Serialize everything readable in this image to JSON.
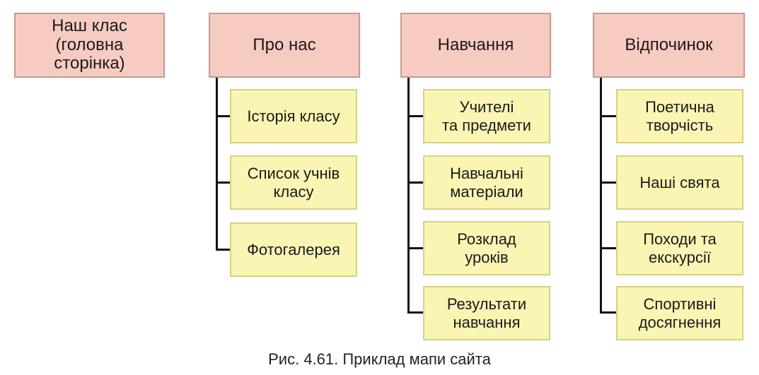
{
  "home": {
    "label": "Наш клас\n(головна\nсторінка)"
  },
  "sections": [
    {
      "title": "Про нас",
      "items": [
        "Історія класу",
        "Список учнів\nкласу",
        "Фотогалерея"
      ]
    },
    {
      "title": "Навчання",
      "items": [
        "Учителі\nта предмети",
        "Навчальні\nматеріали",
        "Розклад\nуроків",
        "Результати\nнавчання"
      ]
    },
    {
      "title": "Відпочинок",
      "items": [
        "Поетична\nтворчість",
        "Наші свята",
        "Походи та\nекскурсії",
        "Спортивні\nдосягнення"
      ]
    }
  ],
  "caption": "Рис. 4.61. Приклад мапи сайта",
  "colors": {
    "top_fill": "#f6cbc2",
    "top_border": "#c99a8e",
    "sub_fill": "#fbf5b4",
    "sub_border": "#d9cf83",
    "connector": "#111111"
  }
}
